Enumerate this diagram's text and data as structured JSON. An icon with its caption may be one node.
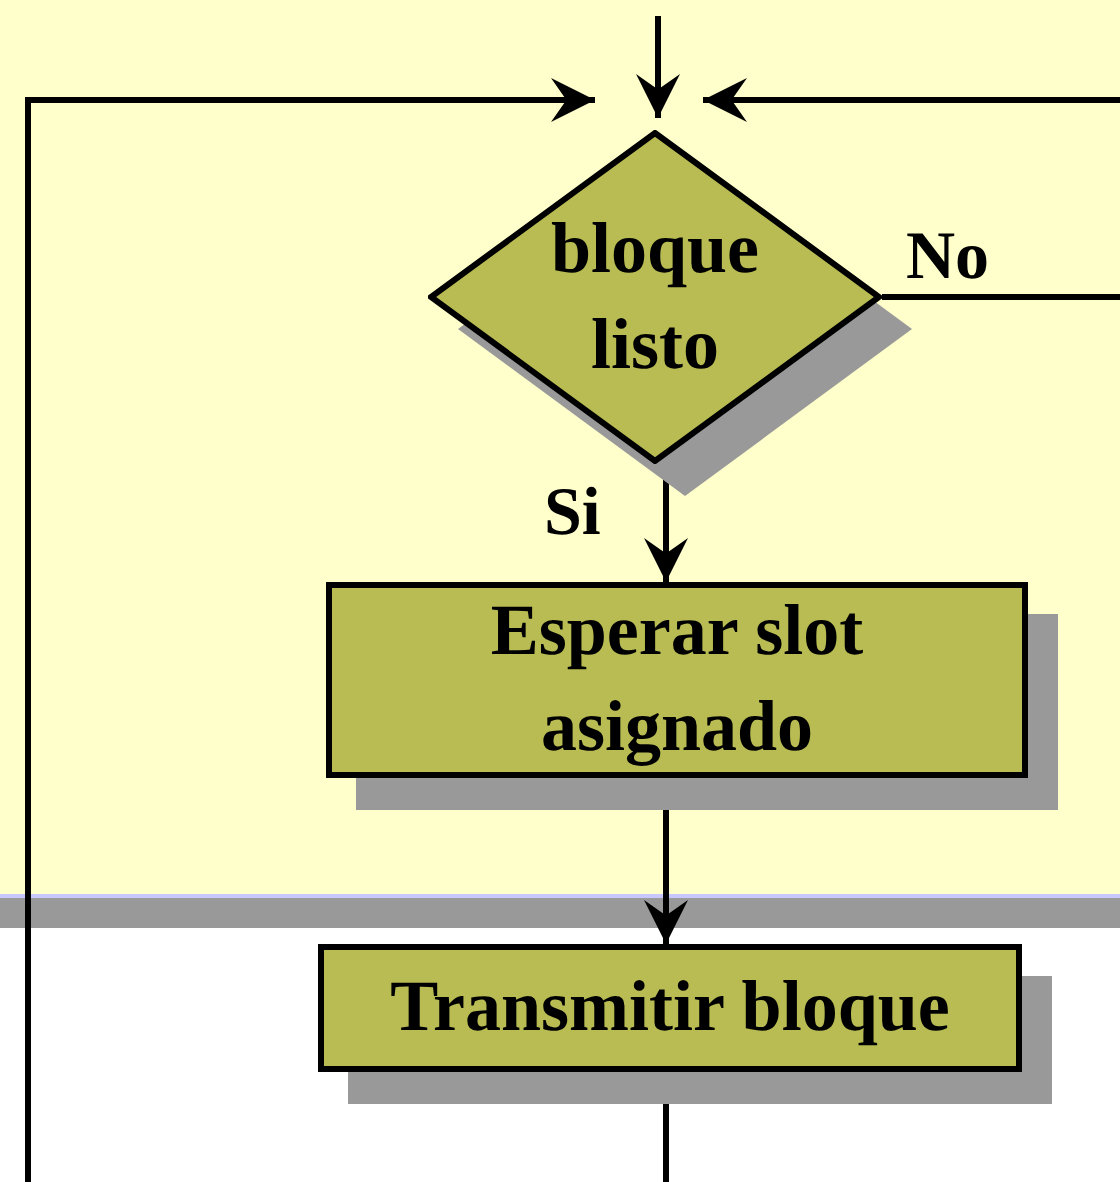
{
  "diagram": {
    "nodes": [
      {
        "text": [
          "bloque listo"
        ]
      },
      {
        "text": [
          "Esperar slot asignado"
        ]
      },
      {
        "text": [
          "Transmitir bloque"
        ]
      }
    ],
    "edges": [
      {
        "from": null,
        "to": 0,
        "arrow": "to"
      },
      {
        "from": null,
        "to": 0,
        "arrow": "to"
      },
      {
        "from": null,
        "to": 0,
        "arrow": "to"
      },
      {
        "from": 0,
        "to": null,
        "arrow": "none",
        "label": "No"
      },
      {
        "from": 0,
        "to": 1,
        "arrow": "to",
        "label": "Si"
      },
      {
        "from": 1,
        "to": 2,
        "arrow": "to"
      },
      {
        "from": 2,
        "to": null,
        "arrow": "none"
      }
    ]
  }
}
